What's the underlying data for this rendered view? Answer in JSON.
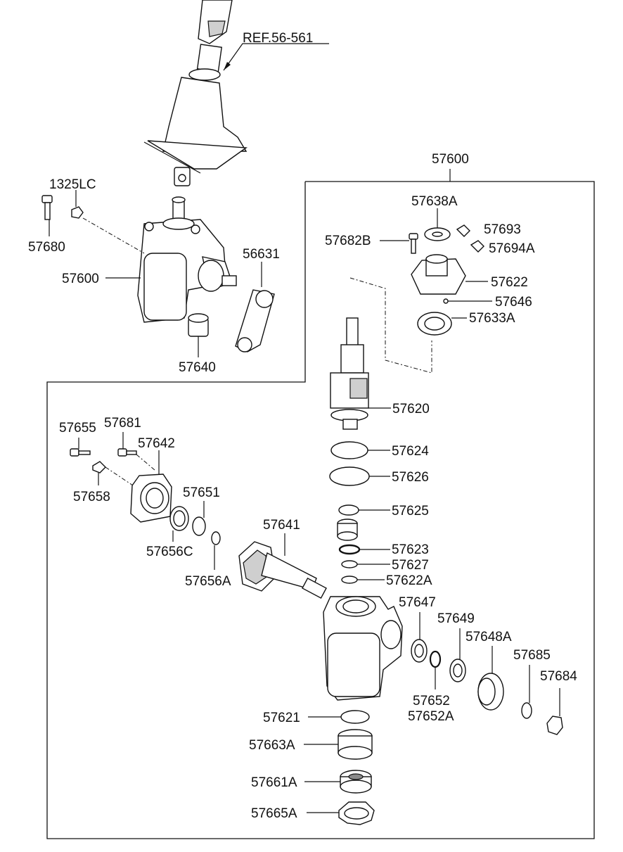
{
  "labels": {
    "ref": "REF.56-561",
    "assy_top": "57600",
    "bolt_1325": "1325LC",
    "bolt_57680": "57680",
    "gearbox_outer": "57600",
    "arm_56631": "56631",
    "bush_57640": "57640",
    "p57638A": "57638A",
    "p57682B": "57682B",
    "p57693": "57693",
    "p57694A": "57694A",
    "p57622": "57622",
    "p57646": "57646",
    "p57633A": "57633A",
    "p57620": "57620",
    "p57624": "57624",
    "p57626": "57626",
    "p57625": "57625",
    "p57623": "57623",
    "p57627": "57627",
    "p57622A": "57622A",
    "p57655": "57655",
    "p57681": "57681",
    "p57642": "57642",
    "p57658": "57658",
    "p57651": "57651",
    "p57656C": "57656C",
    "p57656A": "57656A",
    "p57641": "57641",
    "p57647": "57647",
    "p57649": "57649",
    "p57648A": "57648A",
    "p57685": "57685",
    "p57684": "57684",
    "p57652": "57652",
    "p57652A": "57652A",
    "p57621": "57621",
    "p57663A": "57663A",
    "p57661A": "57661A",
    "p57665A": "57665A"
  },
  "colors": {
    "line": "#111111",
    "fill": "#ffffff",
    "shade": "#cfcfcf"
  }
}
